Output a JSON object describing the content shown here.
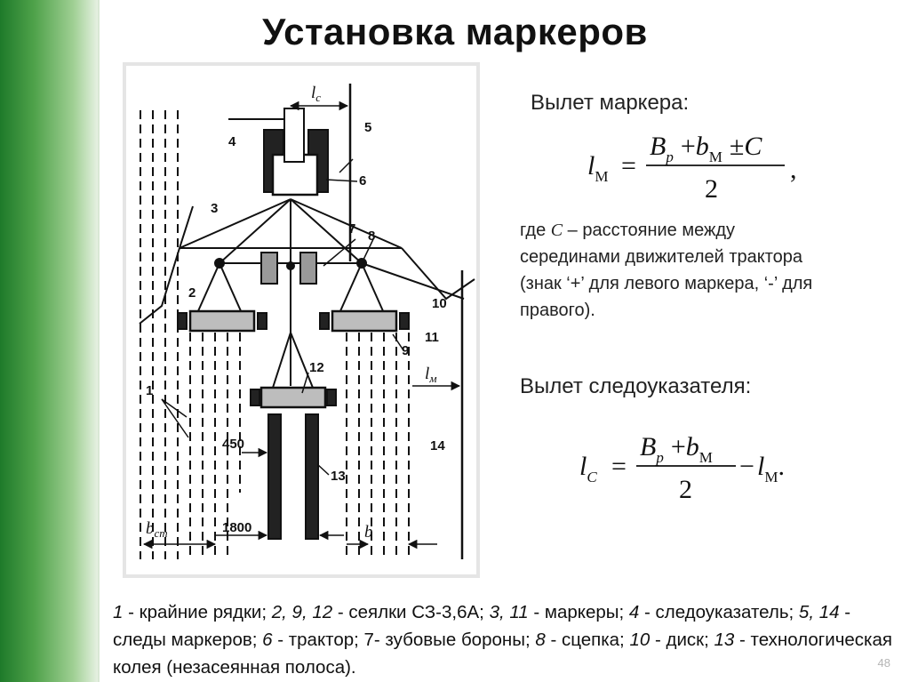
{
  "title": "Установка маркеров",
  "marker_heading": "Вылет маркера:",
  "marker_note": {
    "prefix": "где ",
    "symbol": "C",
    "text": " – расстояние между серединами движителей трактора (знак ‘+’ для левого маркера, ‘-’ для правого)."
  },
  "guide_heading": "Вылет следоуказателя:",
  "formula1": {
    "lhs": "l",
    "lhs_sub": "М",
    "num_a": "B",
    "num_a_sub": "p",
    "op1": "+",
    "num_b": "b",
    "num_b_sub": "М",
    "op2": "±",
    "num_c": "C",
    "den": "2",
    "tail": ","
  },
  "formula2": {
    "lhs": "l",
    "lhs_sub": "C",
    "num_a": "B",
    "num_a_sub": "p",
    "op1": "+",
    "num_b": "b",
    "num_b_sub": "М",
    "den": "2",
    "minus": "−",
    "rhs": "l",
    "rhs_sub": "М",
    "tail": "."
  },
  "figure_labels": {
    "l1": "1",
    "l2": "2",
    "l3": "3",
    "l4": "4",
    "l5": "5",
    "l6": "6",
    "l7": "7",
    "l8": "8",
    "l9": "9",
    "l10": "10",
    "l11": "11",
    "l12": "12",
    "l13": "13",
    "l14": "14",
    "lc": "l",
    "lc_sub": "c",
    "lm": "l",
    "lm_sub": "м",
    "d450": "450",
    "d1800": "1800",
    "bst": "b",
    "bst_sub": "ст",
    "b": "b"
  },
  "caption": [
    {
      "n": "1",
      "t": " - крайние рядки; "
    },
    {
      "n": "2, 9, 12",
      "t": " - сеялки СЗ-3,6А; "
    },
    {
      "n": "3, 11",
      "t": " - маркеры; "
    },
    {
      "n": "4",
      "t": " - следоуказатель; "
    },
    {
      "n": "5, 14",
      "t": " - следы маркеров; "
    },
    {
      "n": "6",
      "t": " - трактор; 7- зубовые бороны; "
    },
    {
      "n": "8",
      "t": " - сцепка; "
    },
    {
      "n": "10",
      "t": " - диск; "
    },
    {
      "n": "13",
      "t": " - технологическая колея (незасеянная полоса)."
    }
  ],
  "page_number": "48",
  "colors": {
    "accent_green": "#3f9a3c",
    "seeder_fill": "#bdbdbd"
  }
}
